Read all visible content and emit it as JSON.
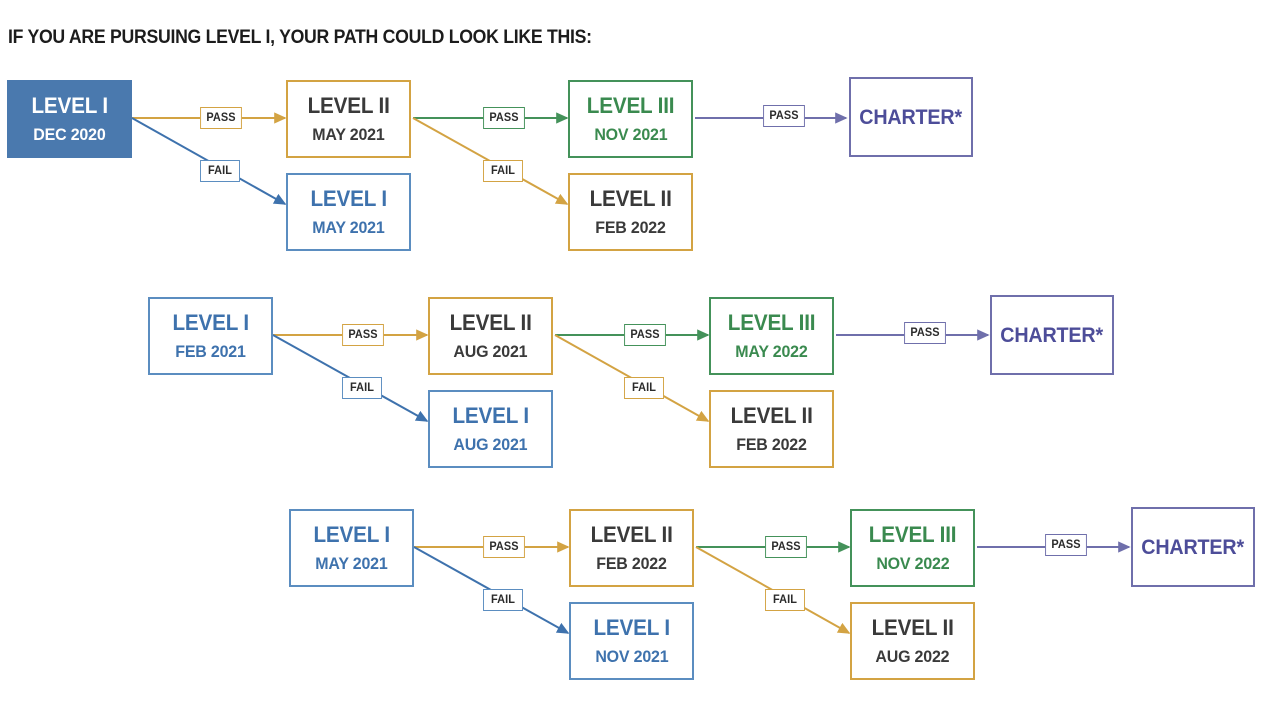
{
  "page": {
    "title": "IF YOU ARE PURSUING LEVEL I, YOUR PATH COULD LOOK LIKE THIS:",
    "background": "#FFFFFF"
  },
  "colors": {
    "level1_fill": "#4A79AE",
    "level1_border": "#5B8DC0",
    "level1_text": "#3E72AD",
    "level2_border": "#D3A343",
    "level2_text": "#3A3A3A",
    "level3_border": "#44925A",
    "level3_text": "#3A8A4F",
    "charter_border": "#6F6FAB",
    "charter_text": "#4D4D99",
    "pass_gold": "#D3A343",
    "pass_green": "#44925A",
    "pass_purple": "#6F6FAB",
    "fail_blue": "#5B8DC0",
    "fail_gold": "#D3A343"
  },
  "labels": {
    "pass": "PASS",
    "fail": "FAIL"
  },
  "rows": [
    {
      "id": "row-1",
      "start": {
        "level": "LEVEL I",
        "date": "DEC 2020",
        "style": "filled"
      },
      "pass_1": {
        "level": "LEVEL II",
        "date": "MAY 2021"
      },
      "fail_1": {
        "level": "LEVEL I",
        "date": "MAY 2021"
      },
      "pass_2": {
        "level": "LEVEL III",
        "date": "NOV 2021"
      },
      "fail_2": {
        "level": "LEVEL II",
        "date": "FEB 2022"
      },
      "pass_3": {
        "level": "CHARTER*",
        "date": ""
      }
    },
    {
      "id": "row-2",
      "start": {
        "level": "LEVEL I",
        "date": "FEB 2021",
        "style": "outline"
      },
      "pass_1": {
        "level": "LEVEL II",
        "date": "AUG 2021"
      },
      "fail_1": {
        "level": "LEVEL I",
        "date": "AUG 2021"
      },
      "pass_2": {
        "level": "LEVEL III",
        "date": "MAY 2022"
      },
      "fail_2": {
        "level": "LEVEL II",
        "date": "FEB 2022"
      },
      "pass_3": {
        "level": "CHARTER*",
        "date": ""
      }
    },
    {
      "id": "row-3",
      "start": {
        "level": "LEVEL I",
        "date": "MAY 2021",
        "style": "outline"
      },
      "pass_1": {
        "level": "LEVEL II",
        "date": "FEB 2022"
      },
      "fail_1": {
        "level": "LEVEL I",
        "date": "NOV 2021"
      },
      "pass_2": {
        "level": "LEVEL III",
        "date": "NOV 2022"
      },
      "fail_2": {
        "level": "LEVEL II",
        "date": "AUG 2022"
      },
      "pass_3": {
        "level": "CHARTER*",
        "date": ""
      }
    }
  ]
}
